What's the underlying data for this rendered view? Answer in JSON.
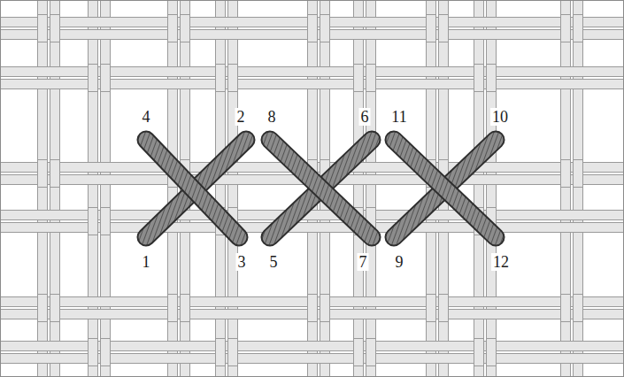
{
  "diagram": {
    "labels": [
      "4",
      "2",
      "8",
      "6",
      "11",
      "10",
      "1",
      "3",
      "5",
      "7",
      "9",
      "12"
    ]
  }
}
